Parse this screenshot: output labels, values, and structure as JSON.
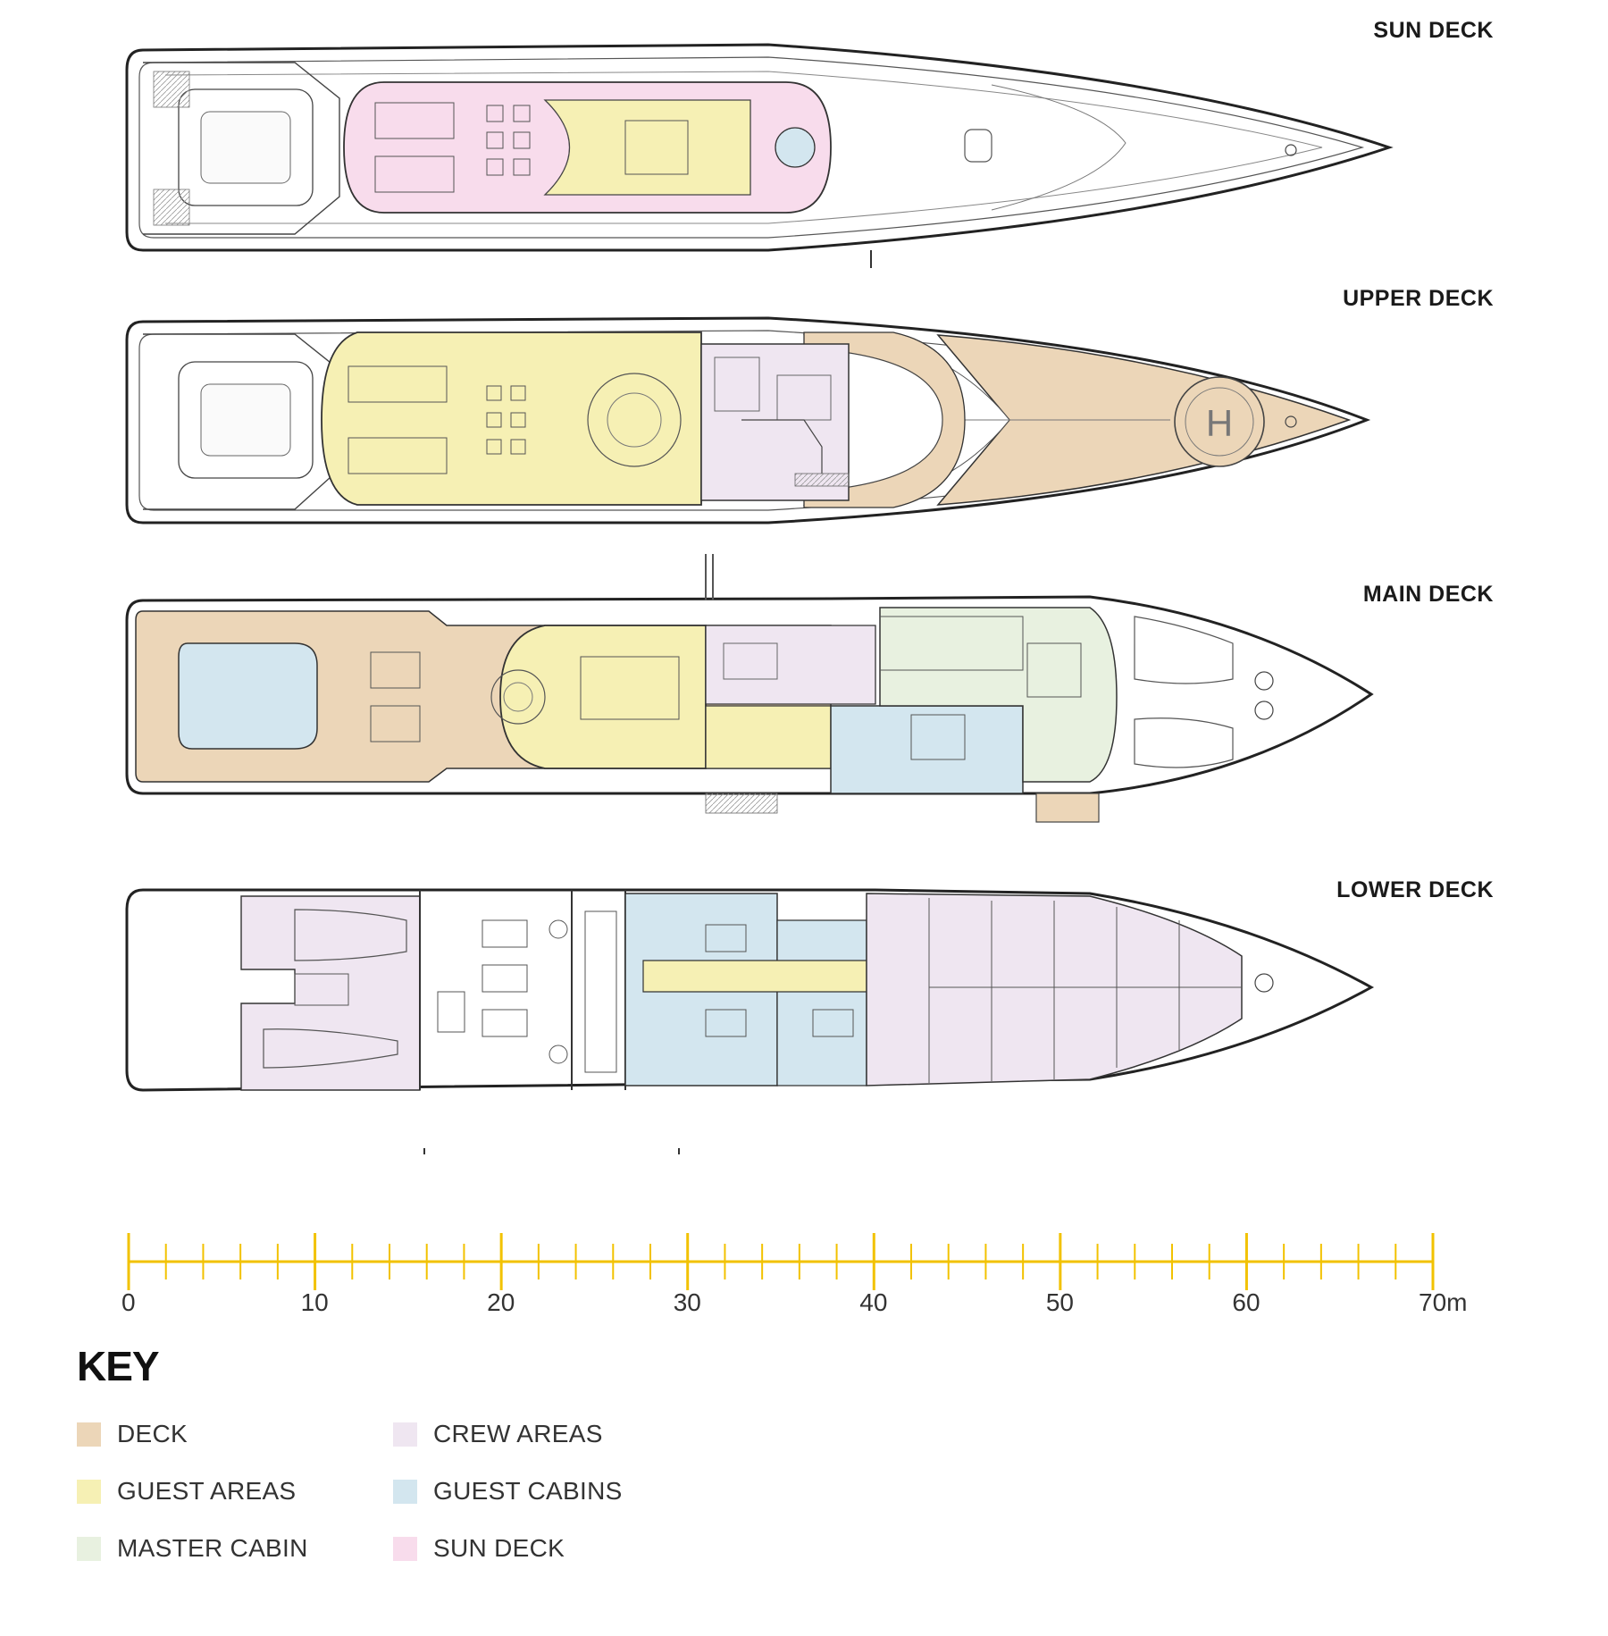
{
  "decks": [
    {
      "title": "SUN DECK"
    },
    {
      "title": "UPPER DECK"
    },
    {
      "title": "MAIN DECK"
    },
    {
      "title": "LOWER DECK"
    }
  ],
  "scale": {
    "labels": [
      "0",
      "10",
      "20",
      "30",
      "40",
      "50",
      "60",
      "70m"
    ],
    "color": "#f2c200"
  },
  "key": {
    "title": "KEY",
    "items": [
      {
        "label": "DECK",
        "color": "#ecd6b8"
      },
      {
        "label": "GUEST AREAS",
        "color": "#f6f0b4"
      },
      {
        "label": "MASTER CABIN",
        "color": "#e8f1e0"
      },
      {
        "label": "CREW AREAS",
        "color": "#efe6f1"
      },
      {
        "label": "GUEST CABINS",
        "color": "#d3e6ef"
      },
      {
        "label": "SUN DECK",
        "color": "#f8dcec"
      }
    ]
  },
  "icons": {
    "helipad": "helipad-icon"
  },
  "helipad_letter": "H"
}
